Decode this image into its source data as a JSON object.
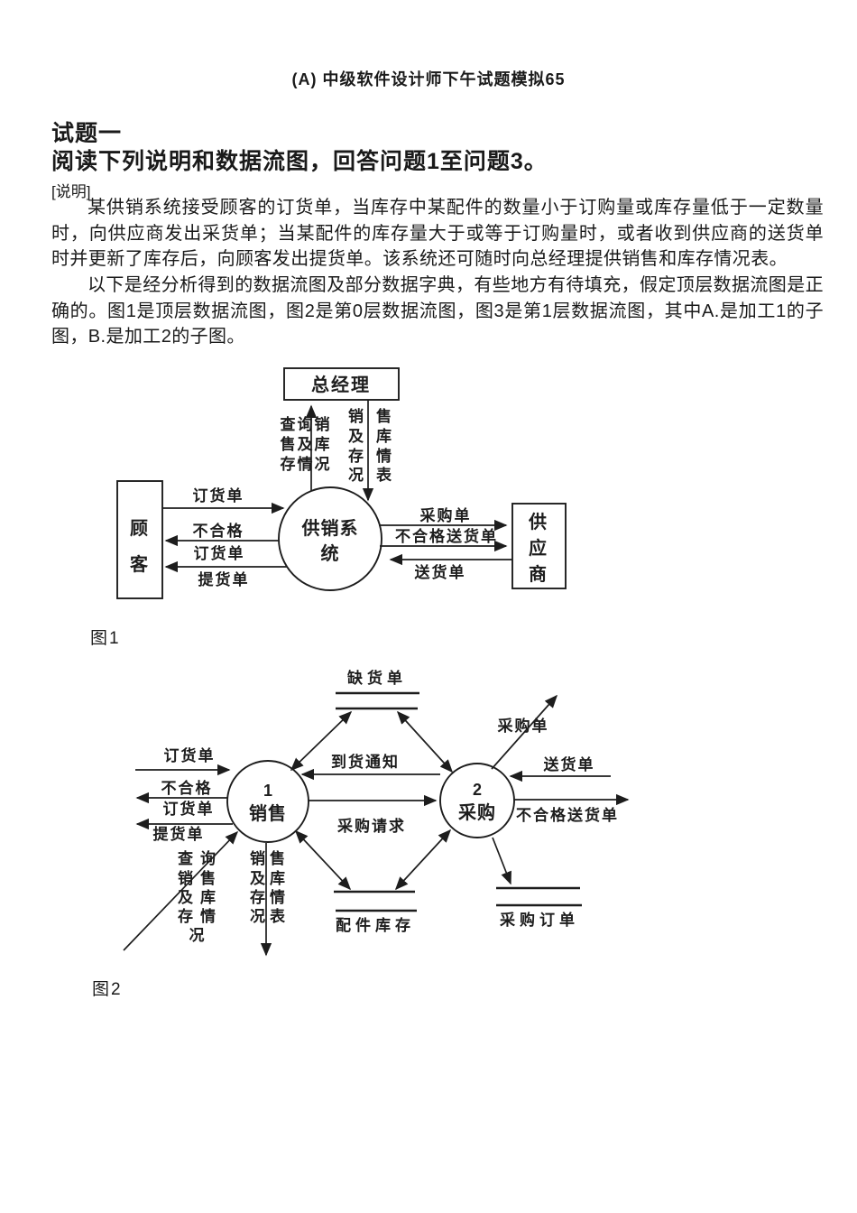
{
  "page": {
    "title": "(A) 中级软件设计师下午试题模拟65"
  },
  "intro": {
    "heading": "试题一",
    "subheading": "阅读下列说明和数据流图，回答问题1至问题3。",
    "note_label": "[说明]",
    "para1": "某供销系统接受顾客的订货单，当库存中某配件的数量小于订购量或库存量低于一定数量时，向供应商发出采货单；当某配件的库存量大于或等于订购量时，或者收到供应商的送货单时并更新了库存后，向顾客发出提货单。该系统还可随时向总经理提供销售和库存情况表。",
    "para2": "以下是经分析得到的数据流图及部分数据字典，有些地方有待填充，假定顶层数据流图是正确的。图1是顶层数据流图，图2是第0层数据流图，图3是第1层数据流图，其中A.是加工1的子图，B.是加工2的子图。"
  },
  "figure1": {
    "caption": "图1",
    "manager": "总经理",
    "customer_chars": [
      "顾",
      "客"
    ],
    "supplier_chars": [
      "供",
      "应",
      "商"
    ],
    "process_line1": "供销系",
    "process_line2": "统",
    "query_rows": [
      "查询销",
      "售及库",
      "存情况"
    ],
    "report_rows": [
      "销售",
      "及库",
      "存情",
      "况表"
    ],
    "order": "订货单",
    "reject_order_row1": "不合格",
    "reject_order_row2": "订货单",
    "pickup": "提货单",
    "purchase": "采购单",
    "reject_delivery": "不合格送货单",
    "delivery": "送货单"
  },
  "figure2": {
    "caption": "图2",
    "p1_num": "1",
    "p1_name": "销售",
    "p2_num": "2",
    "p2_name": "采购",
    "store_shortage": "缺货单",
    "store_inventory": "配件库存",
    "store_purchase_orders": "采购订单",
    "order": "订货单",
    "reject_order_row1": "不合格",
    "reject_order_row2": "订货单",
    "pickup": "提货单",
    "arrival_notice": "到货通知",
    "purchase_request": "采购请求",
    "purchase_order": "采购单",
    "delivery": "送货单",
    "reject_delivery": "不合格送货单",
    "query_rows": [
      "查询",
      "销售",
      "及库",
      "存情",
      "况"
    ],
    "report_rows": [
      "销售",
      "及库",
      "存情",
      "况表"
    ]
  }
}
